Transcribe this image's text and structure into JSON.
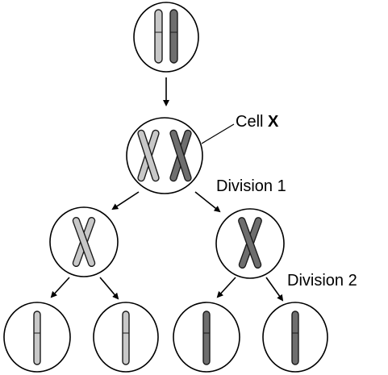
{
  "labels": {
    "cell_x_prefix": "Cell ",
    "cell_x_letter": "X",
    "division_1": "Division 1",
    "division_2": "Division 2"
  },
  "colors": {
    "light_chromosome": "#c8c8c8",
    "dark_chromosome": "#6e6e6e",
    "outline": "#000000",
    "background": "#ffffff"
  }
}
